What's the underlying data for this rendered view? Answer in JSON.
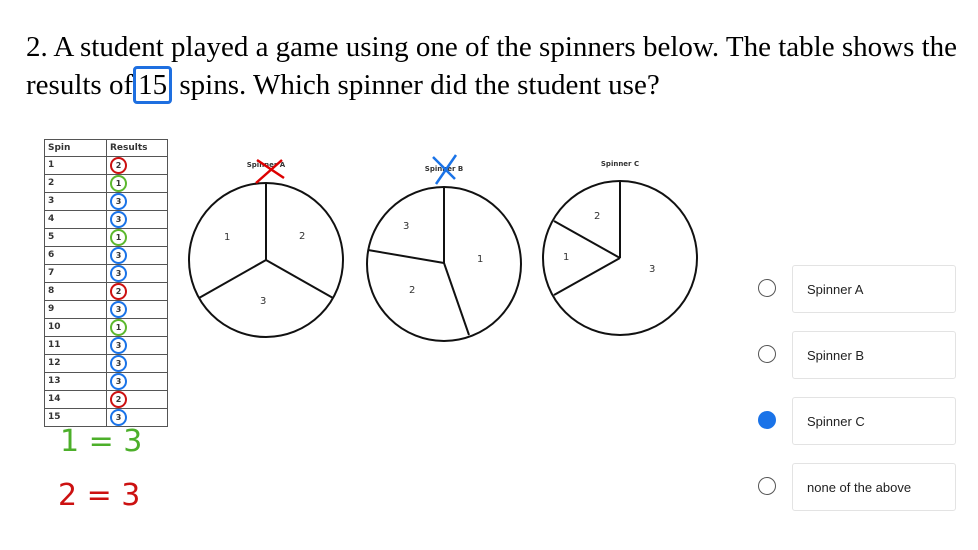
{
  "question": {
    "prefix": "2.  A student played a game using one of the spinners below. The table shows the results of",
    "highlight": "15",
    "suffix": " spins. Which spinner did the student use?"
  },
  "table": {
    "headers": [
      "Spin",
      "Results"
    ],
    "rows": [
      [
        "1",
        "2"
      ],
      [
        "2",
        "1"
      ],
      [
        "3",
        "3"
      ],
      [
        "4",
        "3"
      ],
      [
        "5",
        "1"
      ],
      [
        "6",
        "3"
      ],
      [
        "7",
        "3"
      ],
      [
        "8",
        "2"
      ],
      [
        "9",
        "3"
      ],
      [
        "10",
        "1"
      ],
      [
        "11",
        "3"
      ],
      [
        "12",
        "3"
      ],
      [
        "13",
        "3"
      ],
      [
        "14",
        "2"
      ],
      [
        "15",
        "3"
      ]
    ]
  },
  "circle_colors": {
    "1": "#5cb82e",
    "2": "#cc1111",
    "3": "#1a73e8"
  },
  "spinners": [
    {
      "title": "Spinner A",
      "labels": [
        "1",
        "2",
        "3"
      ]
    },
    {
      "title": "Spinner B",
      "labels": [
        "3",
        "1",
        "2"
      ]
    },
    {
      "title": "Spinner C",
      "labels": [
        "2",
        "1",
        "3"
      ]
    }
  ],
  "notes": {
    "ones": "1 = 3",
    "twos": "2 = 3"
  },
  "options": [
    {
      "label": "Spinner A",
      "selected": false
    },
    {
      "label": "Spinner B",
      "selected": false
    },
    {
      "label": "Spinner C",
      "selected": true
    },
    {
      "label": "none of the above",
      "selected": false
    }
  ]
}
